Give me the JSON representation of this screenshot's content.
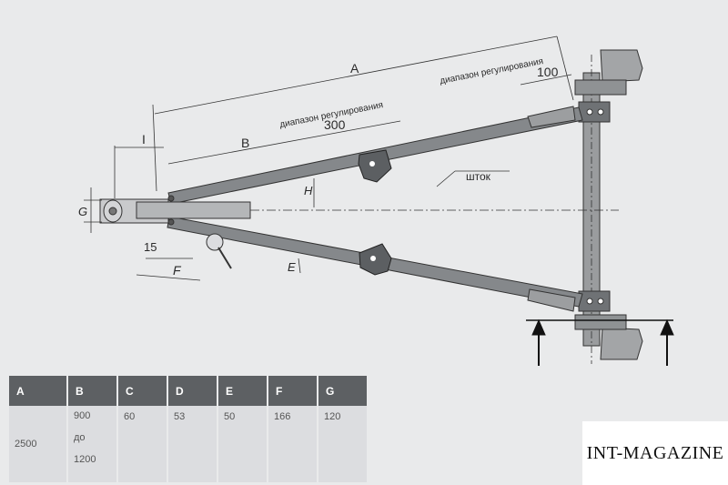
{
  "drawing": {
    "dim_labels": {
      "A": "A",
      "B": "B",
      "I": "I",
      "G": "G",
      "H": "H",
      "E": "E",
      "F": "F",
      "d15": "15",
      "d300": "300",
      "d100": "100"
    },
    "range_label_1": "диапазон регулирования",
    "range_label_2": "диапазон регулирования",
    "rod_label": "шток"
  },
  "table": {
    "headers": [
      "A",
      "B",
      "C",
      "D",
      "E",
      "F",
      "G"
    ],
    "values": {
      "A": "2500",
      "B": [
        "900",
        "до",
        "1200"
      ],
      "C": "60",
      "D": "53",
      "E": "50",
      "F": "166",
      "G": "120"
    }
  },
  "watermark": "INT-MAGAZINE"
}
